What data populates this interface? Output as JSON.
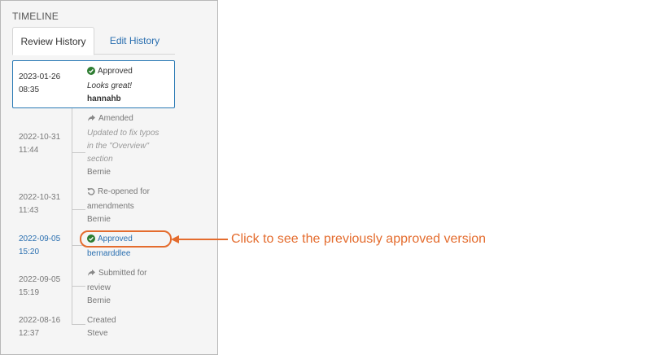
{
  "panel": {
    "title": "TIMELINE"
  },
  "tabs": [
    {
      "label": "Review History",
      "active": true
    },
    {
      "label": "Edit History",
      "active": false
    }
  ],
  "timeline": [
    {
      "date": "2023-01-26",
      "time": "08:35",
      "status": "Approved",
      "icon": "check-circle-icon",
      "comment": "Looks great!",
      "user": "hannahb"
    },
    {
      "date": "2022-10-31",
      "time": "11:44",
      "status": "Amended",
      "icon": "share-arrow-icon",
      "comment_lines": [
        "Updated to fix typos",
        "in the \"Overview\"",
        "section"
      ],
      "user": "Bernie"
    },
    {
      "date": "2022-10-31",
      "time": "11:43",
      "status_lines": [
        "Re-opened for",
        "amendments"
      ],
      "icon": "undo-icon",
      "user": "Bernie"
    },
    {
      "date": "2022-09-05",
      "time": "15:20",
      "status": "Approved",
      "icon": "check-circle-icon",
      "user": "bernarddlee"
    },
    {
      "date": "2022-09-05",
      "time": "15:19",
      "status_lines": [
        "Submitted for",
        "review"
      ],
      "icon": "share-arrow-icon",
      "user": "Bernie"
    },
    {
      "date": "2022-08-16",
      "time": "12:37",
      "status": "Created",
      "user": "Steve"
    }
  ],
  "callout": {
    "text": "Click to see the previously approved version"
  },
  "colors": {
    "accent_blue": "#2a6fb0",
    "approved_green": "#2e7d32",
    "callout_orange": "#e46c2e"
  }
}
